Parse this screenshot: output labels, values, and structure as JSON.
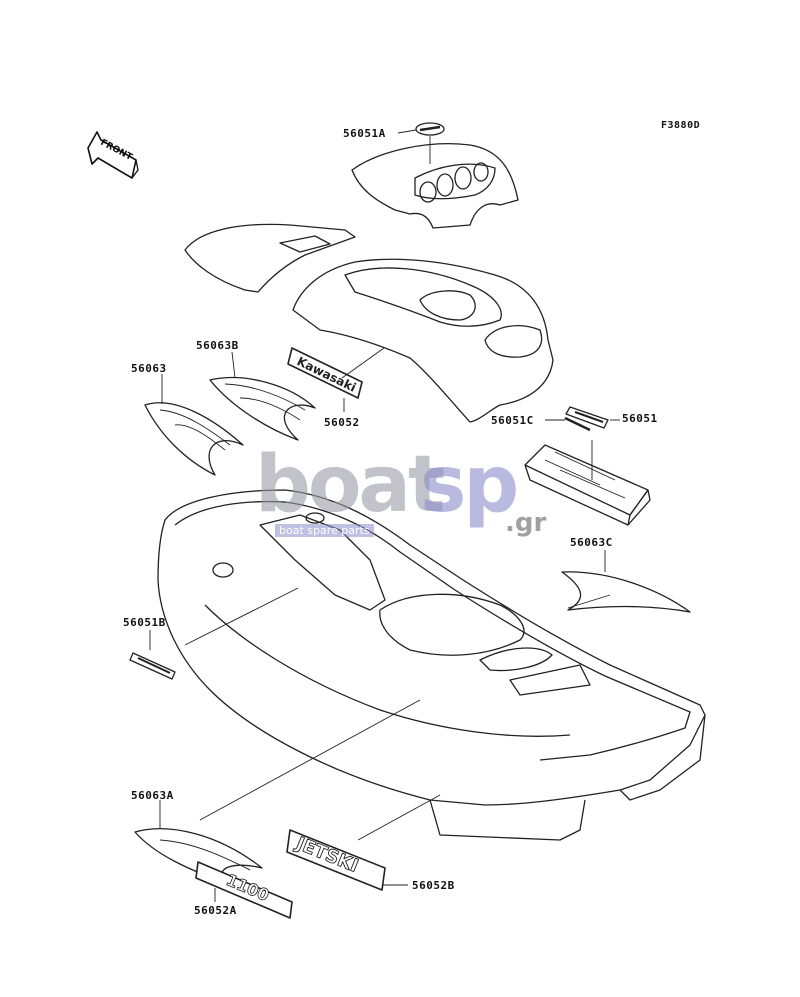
{
  "figure_code": "F3880D",
  "front_marker": "FRONT",
  "watermark": {
    "main_gray": "boat",
    "main_blue": "sp",
    "suffix": ".gr",
    "tagline": "boat spare parts",
    "gray_color": "#9a9aa6",
    "blue_color": "#8a8ccc"
  },
  "decal_texts": {
    "kawasaki": "Kawasaki",
    "jetski": "JETSKI",
    "model": "1100"
  },
  "callouts": [
    {
      "id": "56051A",
      "text": "56051A"
    },
    {
      "id": "56063B",
      "text": "56063B"
    },
    {
      "id": "56063",
      "text": "56063"
    },
    {
      "id": "56052",
      "text": "56052"
    },
    {
      "id": "56051C",
      "text": "56051C"
    },
    {
      "id": "56051",
      "text": "56051"
    },
    {
      "id": "56063C",
      "text": "56063C"
    },
    {
      "id": "56051B",
      "text": "56051B"
    },
    {
      "id": "56063A",
      "text": "56063A"
    },
    {
      "id": "56052B",
      "text": "56052B"
    },
    {
      "id": "56052A",
      "text": "56052A"
    }
  ]
}
